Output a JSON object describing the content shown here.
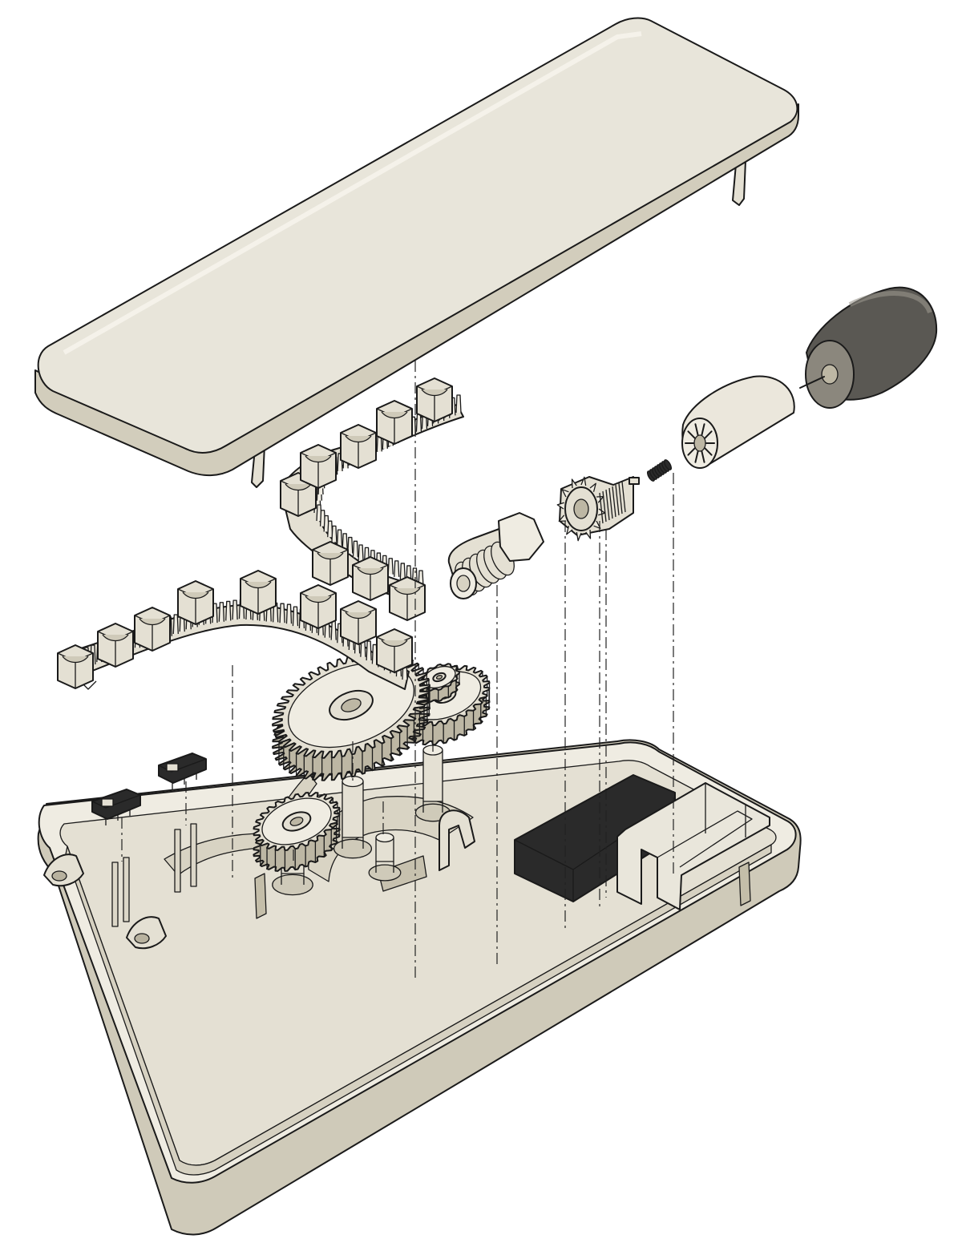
{
  "colors": {
    "plastic": "#e4e0d3",
    "plastic_light": "#efece2",
    "plastic_shade": "#cfcab9",
    "plastic_dark": "#bdb7a4",
    "outline": "#1a1a1a",
    "motor_metal": "#5a5853",
    "battery_black": "#2a2a2a",
    "background": "#ffffff"
  },
  "parts": [
    {
      "id": "lid",
      "icon": "top-cover-icon"
    },
    {
      "id": "upper-rack",
      "icon": "rack-icon"
    },
    {
      "id": "lower-rack",
      "icon": "rack-icon"
    },
    {
      "id": "large-spur-gear",
      "icon": "gear-icon"
    },
    {
      "id": "compound-gear",
      "icon": "gear-icon"
    },
    {
      "id": "small-spur-gear",
      "icon": "gear-icon"
    },
    {
      "id": "worm-gear",
      "icon": "worm-gear-icon"
    },
    {
      "id": "pinion",
      "icon": "gear-icon"
    },
    {
      "id": "spring",
      "icon": "spring-icon"
    },
    {
      "id": "motor-coupler",
      "icon": "coupler-icon"
    },
    {
      "id": "dc-motor",
      "icon": "motor-icon"
    },
    {
      "id": "micro-switch-1",
      "icon": "switch-icon"
    },
    {
      "id": "micro-switch-2",
      "icon": "switch-icon"
    },
    {
      "id": "battery-block",
      "icon": "battery-icon"
    },
    {
      "id": "base-housing",
      "icon": "housing-icon"
    }
  ]
}
